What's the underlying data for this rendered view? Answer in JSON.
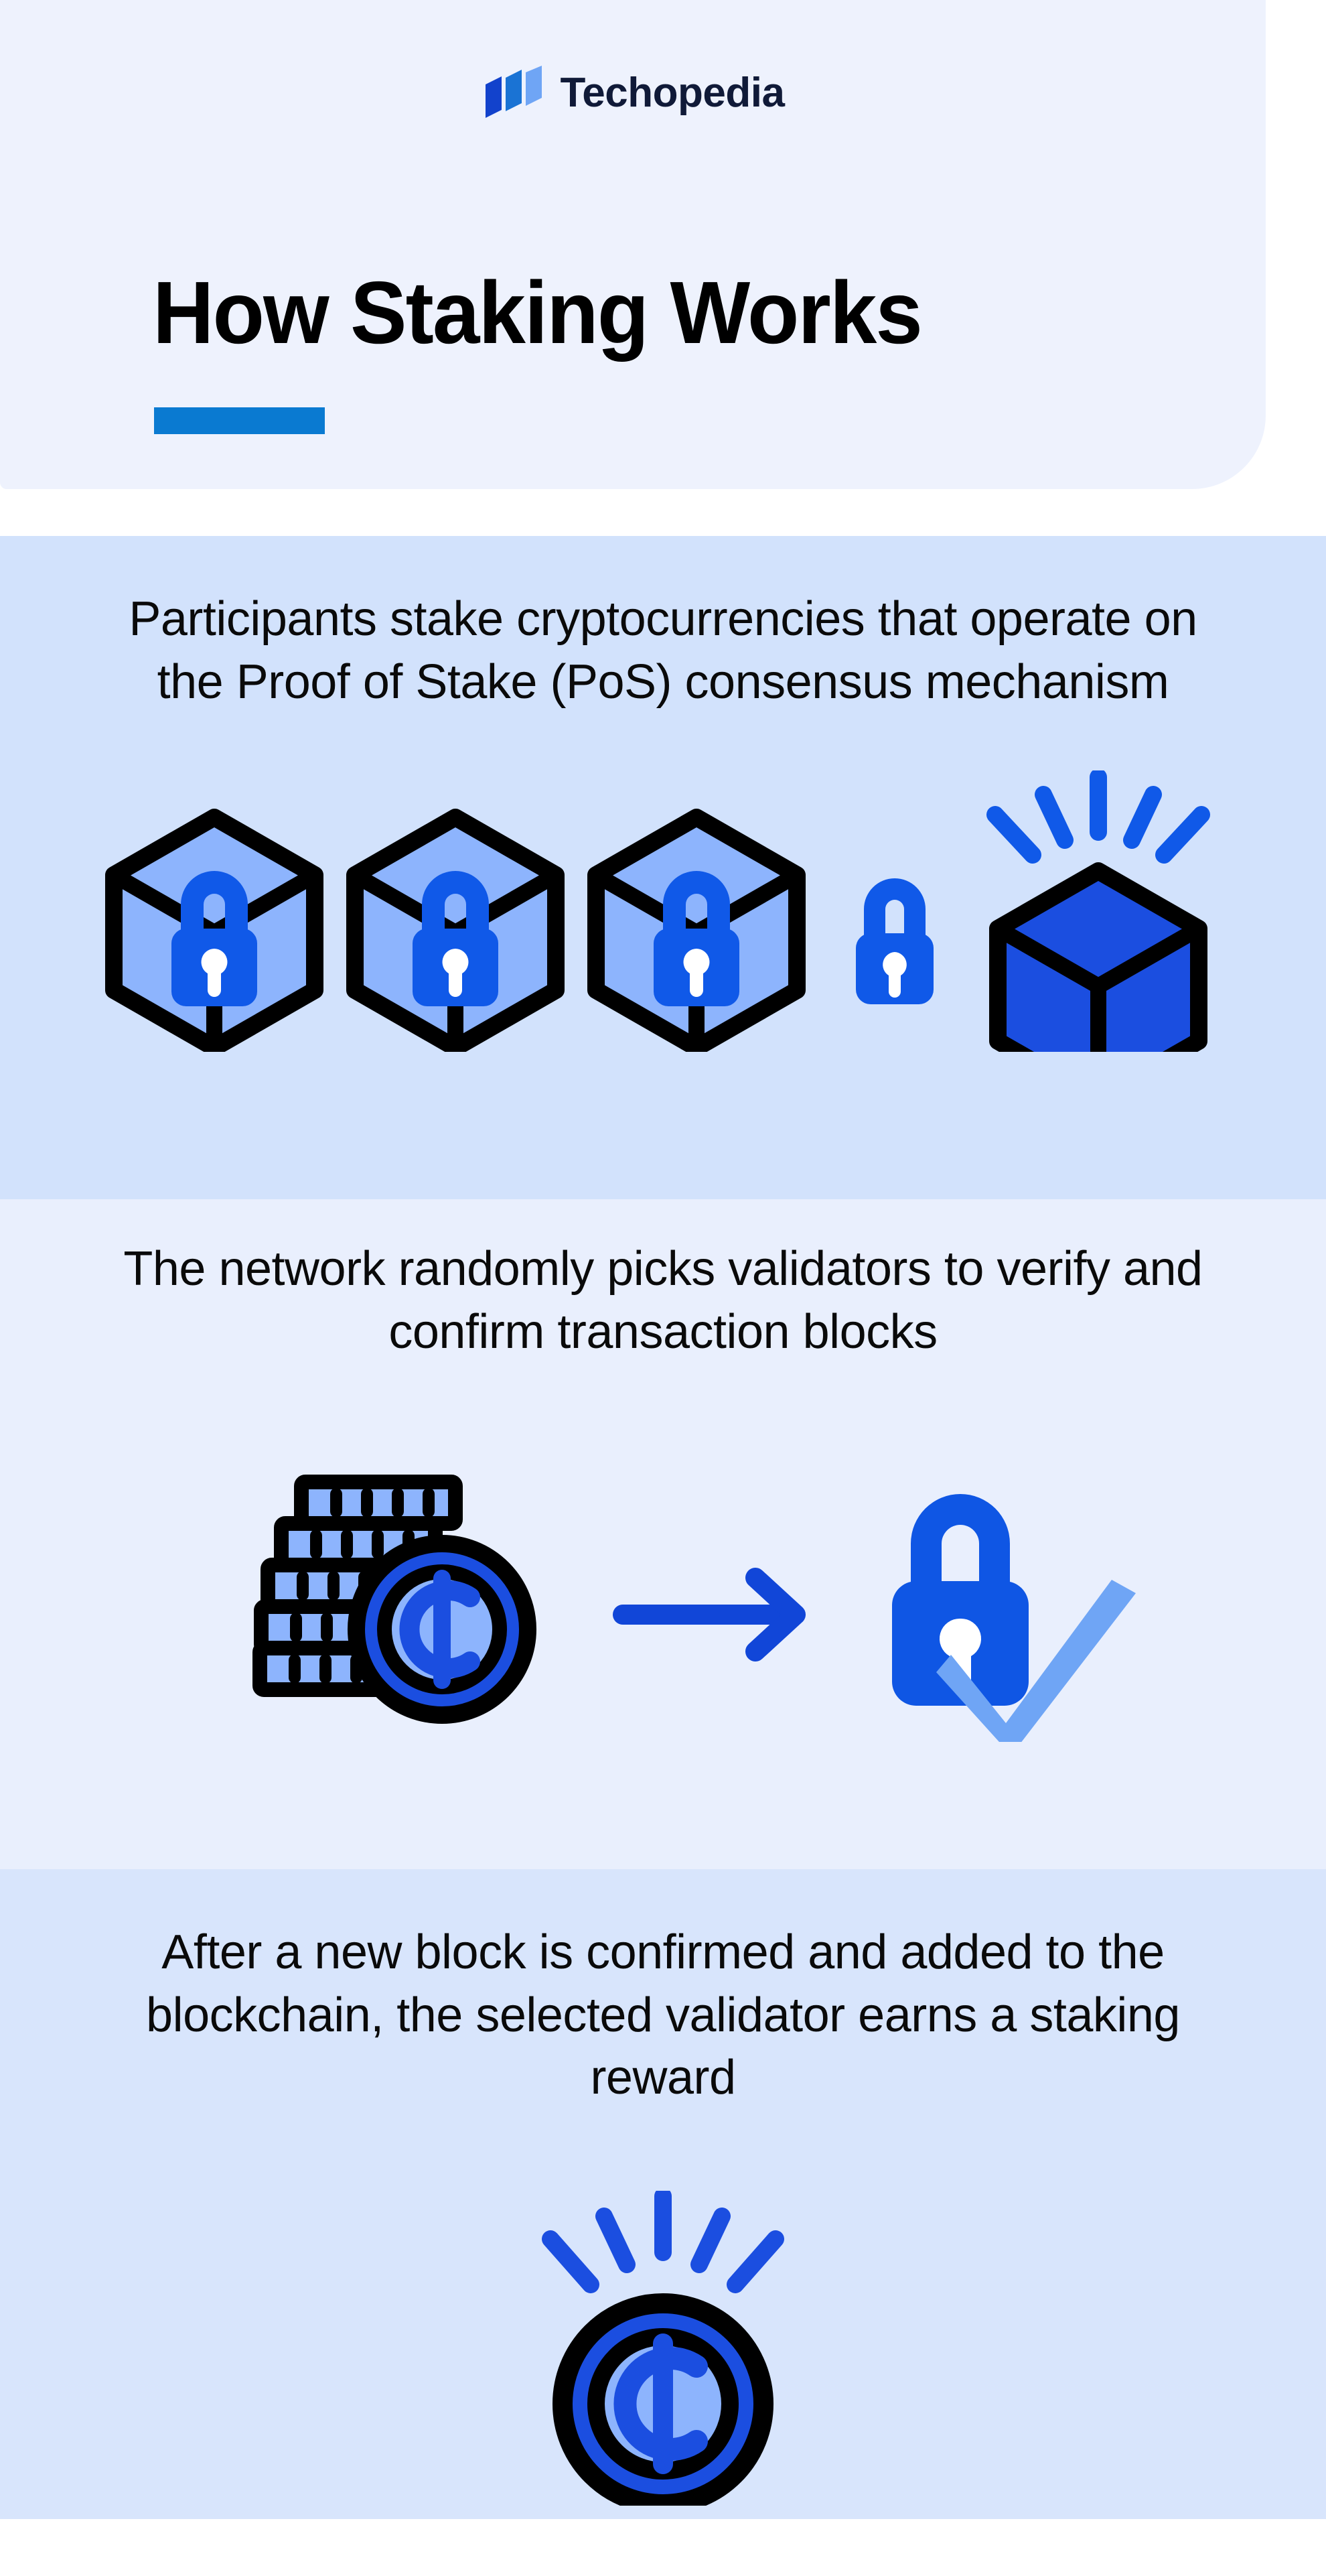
{
  "brand": {
    "name": "Techopedia",
    "logo_icon": "techopedia-logo-mark",
    "logo_colors": [
      "#1242cc",
      "#1a73d4",
      "#6fa5f5"
    ],
    "text_color": "#101a38"
  },
  "header": {
    "title": "How Staking Works",
    "accent_color": "#0a7ad1",
    "background_color": "#eef2fd"
  },
  "steps": [
    {
      "id": "step-1",
      "text": "Participants stake cryptocurrencies that operate on the Proof of Stake (PoS) consensus mechanism",
      "background_color": "#d2e2fc",
      "icons": [
        "locked-block-icon",
        "locked-block-icon",
        "locked-block-icon",
        "padlock-icon",
        "confirmed-block-icon"
      ]
    },
    {
      "id": "step-2",
      "text": "The network randomly picks validators to verify and confirm transaction blocks",
      "background_color": "#e9effd",
      "icons": [
        "coin-stack-icon",
        "arrow-right-icon",
        "padlock-check-icon"
      ]
    },
    {
      "id": "step-3",
      "text": "After a new block is confirmed and added to the blockchain, the selected validator earns a staking reward",
      "background_color": "#d8e5fc",
      "icons": [
        "reward-coin-icon"
      ]
    }
  ],
  "palette": {
    "blue_primary": "#1059e8",
    "blue_deep": "#1242cc",
    "blue_light": "#8db4fd",
    "blue_mid": "#6fa5f5",
    "outline": "#000000",
    "white": "#ffffff"
  }
}
